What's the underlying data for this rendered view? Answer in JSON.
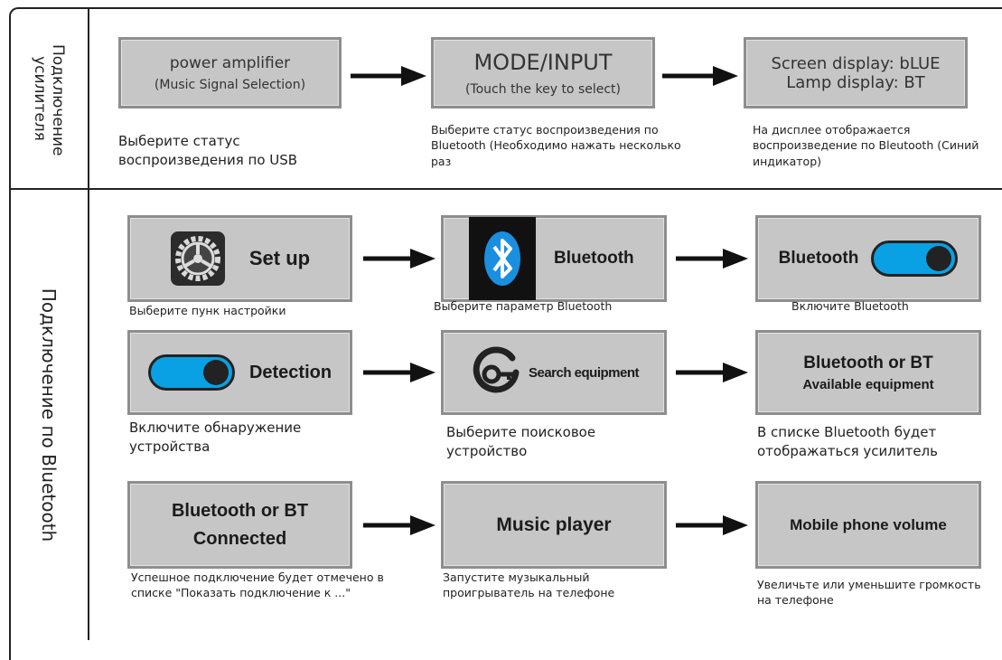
{
  "sections": {
    "usb_title": "Подключение усилителя",
    "bt_title": "Подключение по Bluetooth"
  },
  "row1": {
    "box1": {
      "line1": "power amplifier",
      "line2": "(Music Signal Selection)"
    },
    "box2": {
      "line1": "MODE/INPUT",
      "line2": "(Touch the key to select)"
    },
    "box3": {
      "line1": "Screen display: bLUE",
      "line2": "Lamp display: BT"
    },
    "cap1": "Выберите статус воспроизведения по USB",
    "cap2": "Выберите статус воспроизведения по Bluetooth (Необходимо нажать несколько раз",
    "cap3": "На дисплее отображается воспроизведение по Bleutooth (Синий индикатор)"
  },
  "row2": {
    "box1": "Set up",
    "box2": "Bluetooth",
    "box3": "Bluetooth",
    "cap1": "Выберите пунк настройки",
    "cap2": "Выберите параметр Bluetooth",
    "cap3": "Включите Bluetooth"
  },
  "row3": {
    "box1": "Detection",
    "box2": "Search equipment",
    "box3": {
      "line1": "Bluetooth or BT",
      "line2": "Available equipment"
    },
    "cap1": "Включите обнаружение устройства",
    "cap2": "Выберите поисковое устройство",
    "cap3": "В списке Bluetooth будет отображаться усилитель"
  },
  "row4": {
    "box1": {
      "line1": "Bluetooth or BT",
      "line2": "Connected"
    },
    "box2": "Music player",
    "box3": "Mobile phone volume",
    "cap1": "Успешное подключение будет отмечено в списке \"Показать подключение к ...\"",
    "cap2": "Запустите музыкальный проигрыватель на телефоне",
    "cap3": "Увеличьте или уменьшите громкость на телефоне"
  },
  "icons": [
    "gear-icon",
    "bluetooth-icon",
    "toggle-switch-icon",
    "search-equipment-icon",
    "arrow-right-icon"
  ],
  "colors": {
    "box_fill": "#c6c6c6",
    "box_border": "#8e8e8e",
    "toggle_blue": "#0aa0e4",
    "bt_icon_blue": "#1a8fe0"
  }
}
